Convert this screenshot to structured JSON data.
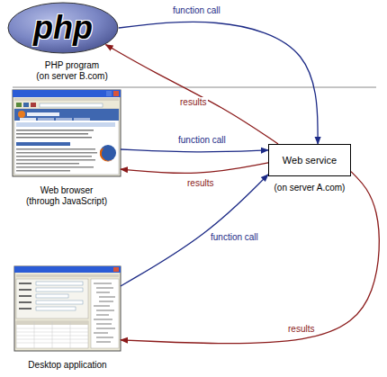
{
  "diagram": {
    "nodes": [
      {
        "text": [
          "php",
          "PHP program",
          "(on server B.com)"
        ]
      },
      {
        "text": [
          "Web browser",
          "(through JavaScript)"
        ]
      },
      {
        "text": [
          "Web service",
          "(on server A.com)"
        ]
      },
      {
        "text": [
          "Desktop application"
        ]
      }
    ],
    "edges": [
      {
        "from": 0,
        "to": 2,
        "label": "function call",
        "arrow": "to"
      },
      {
        "from": 2,
        "to": 0,
        "label": "results",
        "arrow": "to"
      },
      {
        "from": 1,
        "to": 2,
        "label": "function call",
        "arrow": "to"
      },
      {
        "from": 2,
        "to": 1,
        "label": "results",
        "arrow": "to"
      },
      {
        "from": 3,
        "to": 2,
        "label": "function call",
        "arrow": "to"
      },
      {
        "from": 2,
        "to": 3,
        "label": "results",
        "arrow": "to"
      }
    ]
  }
}
